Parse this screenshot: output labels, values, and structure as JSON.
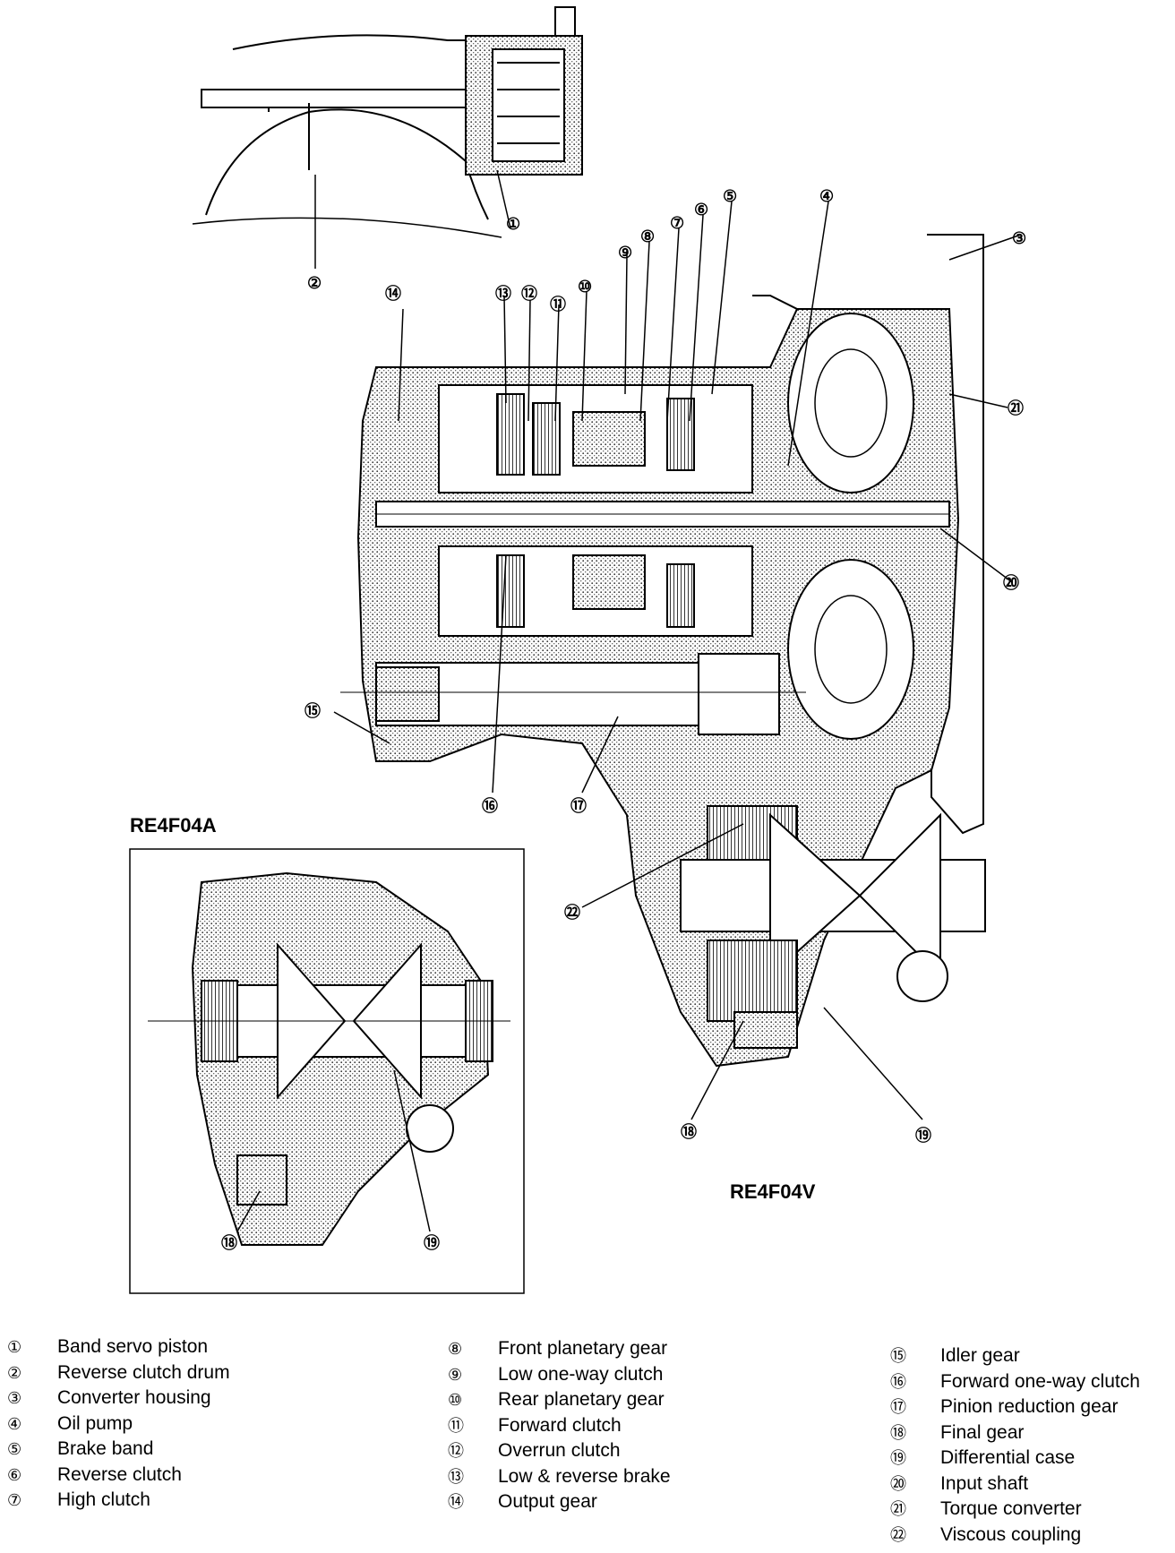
{
  "labels": {
    "inset_variant": "RE4F04A",
    "main_variant": "RE4F04V"
  },
  "callouts": [
    "①",
    "②",
    "③",
    "④",
    "⑤",
    "⑥",
    "⑦",
    "⑧",
    "⑨",
    "⑩",
    "⑪",
    "⑫",
    "⑬",
    "⑭",
    "⑮",
    "⑯",
    "⑰",
    "⑱",
    "⑲",
    "⑳",
    "㉑",
    "㉒"
  ],
  "inset_callouts": [
    "⑱",
    "⑲"
  ],
  "legend": {
    "col1": [
      {
        "num": "①",
        "text": "Band servo piston"
      },
      {
        "num": "②",
        "text": "Reverse clutch drum"
      },
      {
        "num": "③",
        "text": "Converter housing"
      },
      {
        "num": "④",
        "text": "Oil pump"
      },
      {
        "num": "⑤",
        "text": "Brake band"
      },
      {
        "num": "⑥",
        "text": "Reverse clutch"
      },
      {
        "num": "⑦",
        "text": "High clutch"
      }
    ],
    "col2": [
      {
        "num": "⑧",
        "text": "Front planetary gear"
      },
      {
        "num": "⑨",
        "text": "Low one-way clutch"
      },
      {
        "num": "⑩",
        "text": "Rear planetary gear"
      },
      {
        "num": "⑪",
        "text": "Forward clutch"
      },
      {
        "num": "⑫",
        "text": "Overrun clutch"
      },
      {
        "num": "⑬",
        "text": "Low & reverse brake"
      },
      {
        "num": "⑭",
        "text": "Output gear"
      }
    ],
    "col3": [
      {
        "num": "⑮",
        "text": "Idler gear"
      },
      {
        "num": "⑯",
        "text": "Forward one-way clutch"
      },
      {
        "num": "⑰",
        "text": "Pinion reduction gear"
      },
      {
        "num": "⑱",
        "text": "Final gear"
      },
      {
        "num": "⑲",
        "text": "Differential case"
      },
      {
        "num": "⑳",
        "text": "Input shaft"
      },
      {
        "num": "㉑",
        "text": "Torque converter"
      },
      {
        "num": "㉒",
        "text": "Viscous coupling"
      }
    ]
  }
}
